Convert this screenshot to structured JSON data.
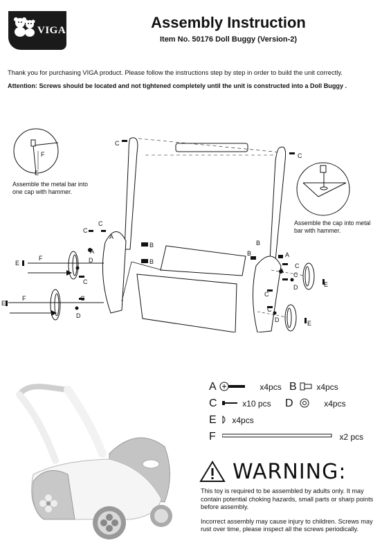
{
  "header": {
    "brand": "VIGA",
    "title": "Assembly Instruction",
    "subtitle": "Item No. 50176  Doll Buggy (Version-2)"
  },
  "intro": "Thank you for purchasing VIGA product. Please follow the instructions step by step in order to build the unit correctly.",
  "attention": "Attention: Screws should be located and not tightened completely until the unit is constructed into a Doll Buggy .",
  "diagram": {
    "note_left": [
      "Assemble the metal bar into",
      "one cap with hammer."
    ],
    "note_right": [
      "Assemble the cap into metal",
      "bar with hammer."
    ],
    "letters": {
      "a": "A",
      "b": "B",
      "c": "C",
      "d": "D",
      "e": "E",
      "f": "F"
    }
  },
  "parts": [
    {
      "letter": "A",
      "count": "x4pcs"
    },
    {
      "letter": "B",
      "count": "x4pcs"
    },
    {
      "letter": "C",
      "count": "x10 pcs"
    },
    {
      "letter": "D",
      "count": "x4pcs"
    },
    {
      "letter": "E",
      "count": "x4pcs"
    },
    {
      "letter": "F",
      "count": "x2 pcs"
    }
  ],
  "warning": {
    "title": "WARNING:",
    "text1": "This toy is required to be assembled by adults only. It may contain potential choking hazards, small parts or sharp points before assembly.",
    "text2": "Incorrect assembly may cause injury to children. Screws may rust over time, please inspect all the screws periodically."
  },
  "colors": {
    "logo_bg": "#1a1a1a",
    "wood_grey": "#bdbdbd",
    "buggy_white": "#f4f4f4"
  }
}
